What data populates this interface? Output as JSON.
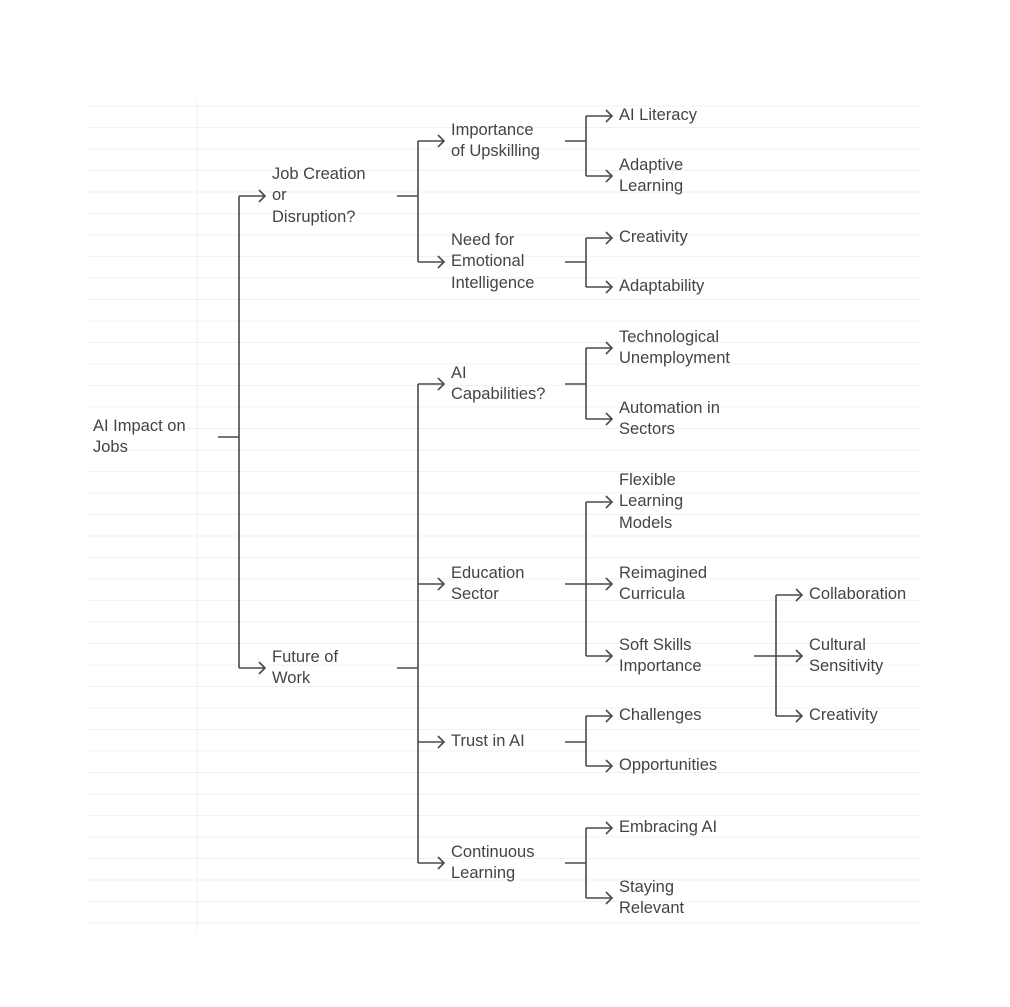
{
  "diagram": {
    "stroke_color": "#4a4a4a",
    "text_color": "#444444",
    "root": {
      "id": "root",
      "lines": [
        "AI Impact on",
        "Jobs"
      ],
      "children": [
        {
          "id": "job-creation",
          "lines": [
            "Job Creation",
            "or",
            "Disruption?"
          ],
          "children": [
            {
              "id": "upskilling",
              "lines": [
                "Importance",
                "of Upskilling"
              ],
              "children": [
                {
                  "id": "ai-literacy",
                  "lines": [
                    "AI Literacy"
                  ]
                },
                {
                  "id": "adaptive-learning",
                  "lines": [
                    "Adaptive",
                    "Learning"
                  ]
                }
              ]
            },
            {
              "id": "emotional-intelligence",
              "lines": [
                "Need for",
                "Emotional",
                "Intelligence"
              ],
              "children": [
                {
                  "id": "creativity-1",
                  "lines": [
                    "Creativity"
                  ]
                },
                {
                  "id": "adaptability",
                  "lines": [
                    "Adaptability"
                  ]
                }
              ]
            }
          ]
        },
        {
          "id": "future-of-work",
          "lines": [
            "Future of",
            "Work"
          ],
          "children": [
            {
              "id": "ai-capabilities",
              "lines": [
                "AI",
                "Capabilities?"
              ],
              "children": [
                {
                  "id": "tech-unemployment",
                  "lines": [
                    "Technological",
                    "Unemployment"
                  ]
                },
                {
                  "id": "automation-sectors",
                  "lines": [
                    "Automation in",
                    "Sectors"
                  ]
                }
              ]
            },
            {
              "id": "education-sector",
              "lines": [
                "Education",
                "Sector"
              ],
              "children": [
                {
                  "id": "flexible-learning",
                  "lines": [
                    "Flexible",
                    "Learning",
                    "Models"
                  ]
                },
                {
                  "id": "reimagined-curricula",
                  "lines": [
                    "Reimagined",
                    "Curricula"
                  ]
                },
                {
                  "id": "soft-skills",
                  "lines": [
                    "Soft Skills",
                    "Importance"
                  ],
                  "children": [
                    {
                      "id": "collaboration",
                      "lines": [
                        "Collaboration"
                      ]
                    },
                    {
                      "id": "cultural-sensitivity",
                      "lines": [
                        "Cultural",
                        "Sensitivity"
                      ]
                    },
                    {
                      "id": "creativity-2",
                      "lines": [
                        "Creativity"
                      ]
                    }
                  ]
                }
              ]
            },
            {
              "id": "trust-in-ai",
              "lines": [
                "Trust in AI"
              ],
              "children": [
                {
                  "id": "challenges",
                  "lines": [
                    "Challenges"
                  ]
                },
                {
                  "id": "opportunities",
                  "lines": [
                    "Opportunities"
                  ]
                }
              ]
            },
            {
              "id": "continuous-learning",
              "lines": [
                "Continuous",
                "Learning"
              ],
              "children": [
                {
                  "id": "embracing-ai",
                  "lines": [
                    "Embracing AI"
                  ]
                },
                {
                  "id": "staying-relevant",
                  "lines": [
                    "Staying",
                    "Relevant"
                  ]
                }
              ]
            }
          ]
        }
      ]
    }
  }
}
